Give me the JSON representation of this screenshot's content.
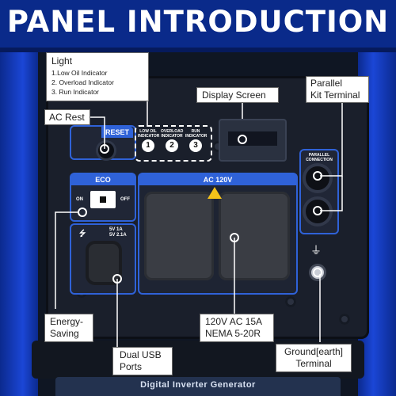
{
  "title": "PANEL INTRODUCTION",
  "callouts": {
    "light": {
      "heading": "Light",
      "items": [
        "1.Low Oil Indicator",
        "2. Overload Indicator",
        "3. Run Indicator"
      ]
    },
    "display_screen": "Display Screen",
    "parallel_kit": [
      "Parallel",
      "Kit Terminal"
    ],
    "ac_rest": "AC Rest",
    "energy_saving": [
      "Energy-",
      "Saving"
    ],
    "dual_usb": [
      "Dual USB",
      "Ports"
    ],
    "ac_outlet": [
      "120V AC 15A",
      "NEMA 5-20R"
    ],
    "ground": [
      "Ground[earth]",
      "Terminal"
    ]
  },
  "panel": {
    "reset_label": "RESET",
    "indicators": [
      {
        "label": "LOW OIL INDICATOR",
        "num": "1"
      },
      {
        "label": "OVERLOAD INDICATOR",
        "num": "2"
      },
      {
        "label": "RUN INDICATOR",
        "num": "3"
      }
    ],
    "eco_label": "ECO",
    "eco_on": "ON",
    "eco_off": "OFF",
    "ac_label": "AC 120V",
    "usb_label_1": "5V 1A",
    "usb_label_2": "5V 2.1A",
    "parallel_label": "PARALLEL CONNECTION",
    "bottom_text": "Digital Inverter Generator"
  },
  "colors": {
    "banner": "#0a2a8a",
    "accent_blue": "#2f62d8",
    "panel": "#1a1f2b"
  }
}
